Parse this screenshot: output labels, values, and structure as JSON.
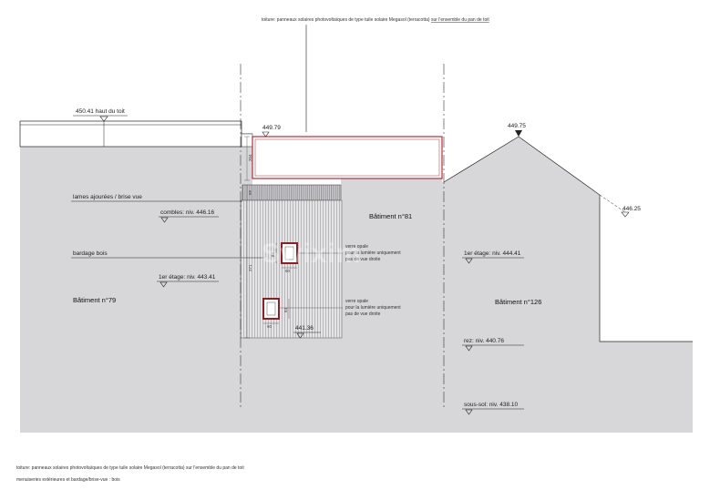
{
  "top_note": {
    "prefix": "toiture: panneaux solaires photovoltaïques de type tuile solaire Megasol (terracotta) ",
    "underlined": "sur l'ensemble du pan de toit"
  },
  "levels": {
    "roof_top_left": "450.41  haut du toit",
    "roof_center": "449.79",
    "roof_right_peak": "449.75",
    "roof_right_eave": "446.25",
    "combles": "combles: niv. 446.16",
    "premier_left": "1er étage: niv. 443.41",
    "premier_right": "1er étage: niv. 444.41",
    "ground_center": "441.36",
    "rez": "rez: niv. 440.76",
    "sous_sol": "sous-sol: niv. 438.10"
  },
  "labels": {
    "lames": "lames ajourées / brise vue",
    "bardage": "bardage bois"
  },
  "buildings": {
    "left": "Bâtiment n°79",
    "center": "Bâtiment n°81",
    "right": "Bâtiment n°126"
  },
  "window_notes": {
    "upper": [
      "verre opale",
      "pour la lumière uniquement",
      "pas de vue droite"
    ],
    "lower": [
      "verre opale",
      "pour la lumière uniquement",
      "pas de vue droite"
    ]
  },
  "dimensions": {
    "roof_height": "204",
    "band": "68",
    "facade_height": "371",
    "win_upper_h": "84",
    "win_upper_w": "60",
    "win_lower_h": "84",
    "win_lower_w": "60"
  },
  "watermark": "Swixim",
  "footer": {
    "line1": "toiture: panneaux solaires photovoltaïques de type tuile solaire Megasol (terracotta) sur l'ensemble du pan de toit",
    "line2": "menuiseries extérieures et bardage/brise-vue : bois"
  },
  "colors": {
    "background_gray": "#d7d7d9",
    "roof_red": "#b0303a",
    "line": "#222222"
  }
}
